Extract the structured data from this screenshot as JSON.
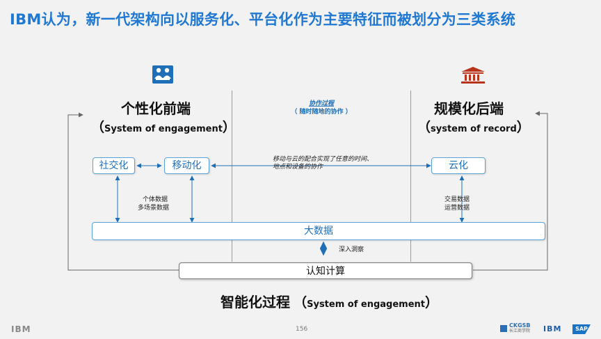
{
  "title": "IBM认为，新一代架构向以服务化、平台化作为主要特征而被划分为三类系统",
  "left": {
    "heading": "个性化前端",
    "subtitle": "System of engagement",
    "icon": "people-icon",
    "nodes": [
      "社交化",
      "移动化"
    ],
    "data_note_1": "个体数据",
    "data_note_2": "多场景数据"
  },
  "middle": {
    "collab_title": "协作过程",
    "collab_sub": "（ 随时随地的协作 ）",
    "link_note_1": "移动与云的配合实现了任意的时间、",
    "link_note_2": "地点和设备的协作",
    "deep_insight": "深入洞察"
  },
  "right": {
    "heading": "规模化后端",
    "subtitle": "system of record",
    "icon": "building-icon",
    "node": "云化",
    "data_note_1": "交易数据",
    "data_note_2": "运营数据"
  },
  "bigdata_label": "大数据",
  "cognitive_label": "认知计算",
  "bottom": {
    "heading": "智能化过程",
    "subtitle": "System of engagement"
  },
  "open_paren": "（",
  "close_paren": "）",
  "footer": {
    "left_logo": "IBM",
    "page_number": "156",
    "logo_ckgsb": "CKGSB",
    "logo_ckgsb_sub": "长江商学院",
    "logo_ibm": "IBM",
    "logo_sap": "SAP"
  },
  "colors": {
    "accent": "#1f78d1",
    "pill_border": "#5aa3d9",
    "icon_blue": "#1f6fb8",
    "icon_red": "#b8341b"
  }
}
